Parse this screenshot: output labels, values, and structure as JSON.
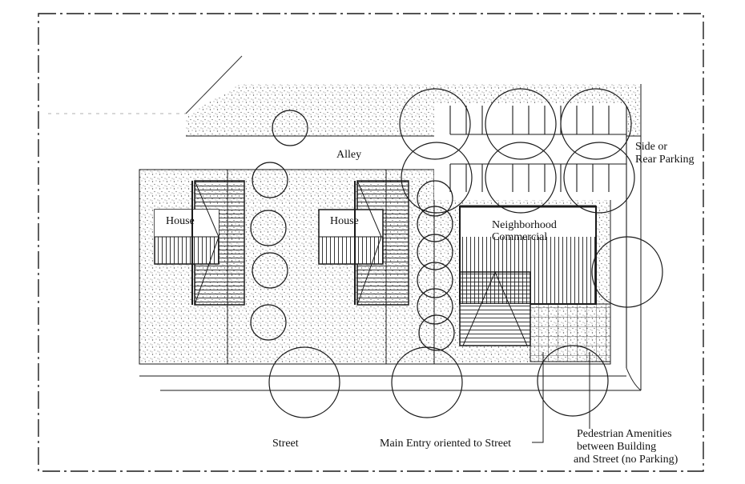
{
  "diagram": {
    "labels": {
      "alley": "Alley",
      "house_left": "House",
      "house_right": "House",
      "commercial_line1": "Neighborhood",
      "commercial_line2": "Commercial",
      "parking_line1": "Side or",
      "parking_line2": "Rear Parking",
      "street": "Street",
      "main_entry": "Main Entry oriented to Street",
      "pedestrian_line1": "Pedestrian Amenities",
      "pedestrian_line2": "between Building",
      "pedestrian_line3": "and Street (no Parking)"
    },
    "colors": {
      "ink": "#1a1a1a",
      "paper": "#ffffff",
      "stipple": "#555555"
    }
  }
}
